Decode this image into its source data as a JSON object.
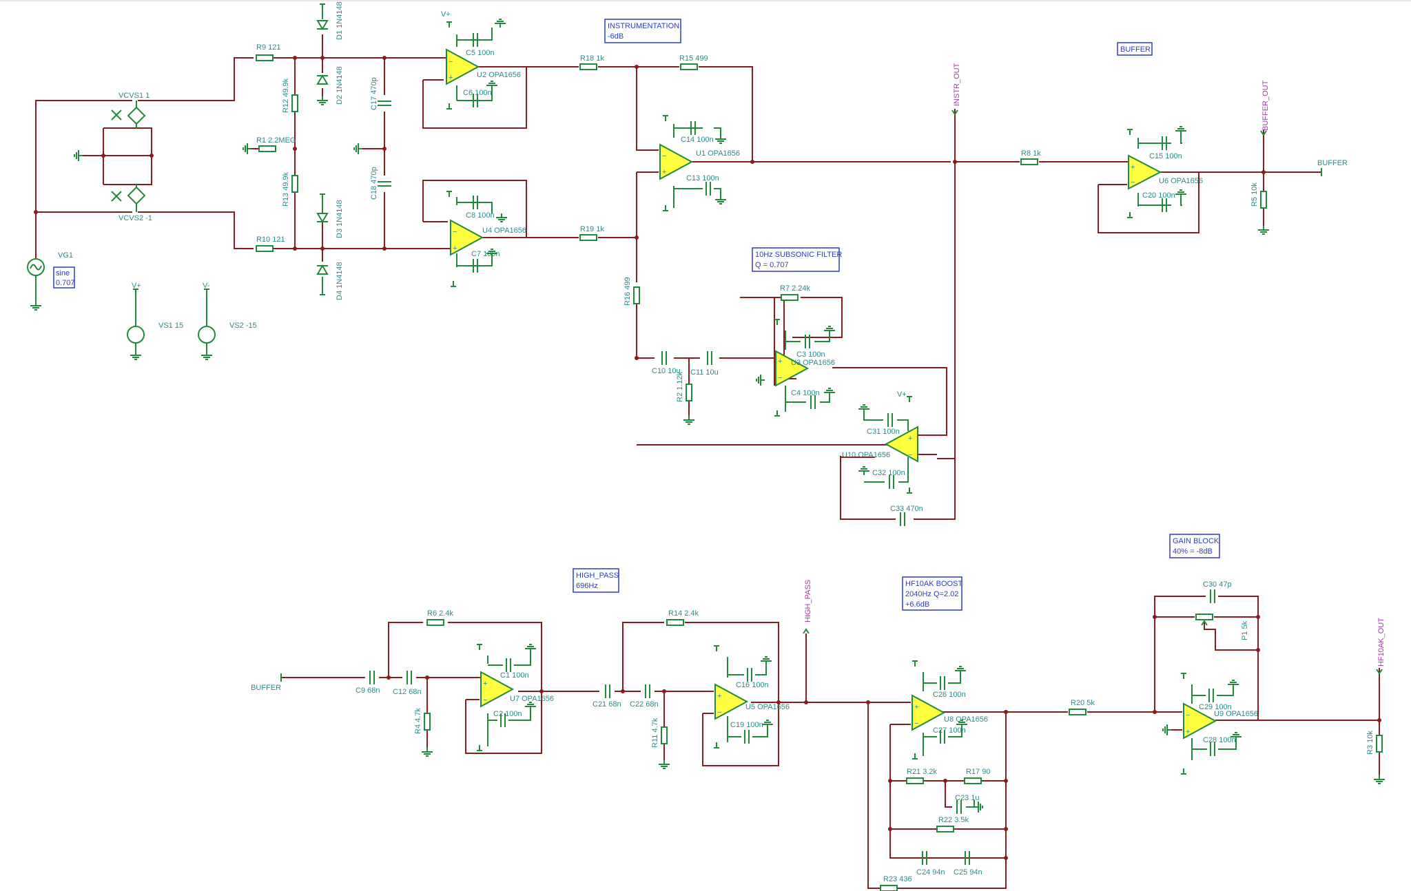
{
  "notes": [
    {
      "id": "instr",
      "lines": [
        "INSTRUMENTATION",
        "-6dB"
      ]
    },
    {
      "id": "buffer",
      "lines": [
        "BUFFER"
      ]
    },
    {
      "id": "subsonic",
      "lines": [
        "10Hz SUBSONIC FILTER",
        "Q = 0.707"
      ]
    },
    {
      "id": "sine",
      "lines": [
        "sine",
        "0.707"
      ]
    },
    {
      "id": "highpass",
      "lines": [
        "HIGH_PASS",
        "696Hz"
      ]
    },
    {
      "id": "hfboost",
      "lines": [
        "HF10AK BOOST",
        "2040Hz Q=2.02",
        "+6.6dB"
      ]
    },
    {
      "id": "gain",
      "lines": [
        "GAIN BLOCK",
        "40% = -8dB"
      ]
    }
  ],
  "opamps": {
    "U2": "U2 OPA1656",
    "U4": "U4 OPA1656",
    "U1": "U1 OPA1656",
    "U6": "U6 OPA1656",
    "U3": "U3 OPA1656",
    "U10": "U10 OPA1656",
    "U7": "U7 OPA1656",
    "U5": "U5 OPA1656",
    "U8": "U8 OPA1656",
    "U9": "U9 OPA1656"
  },
  "resistors": {
    "R9": "R9 121",
    "R12": "R12 49.9k",
    "R1": "R1 2.2MEG",
    "R13": "R13 49.9k",
    "R10": "R10 121",
    "R18": "R18 1k",
    "R15": "R15 499",
    "R19": "R19 1k",
    "R16": "R16 499",
    "R8": "R8 1k",
    "R5": "R5 10k",
    "R7": "R7 2.24k",
    "R2": "R2 1.12k",
    "R6": "R6 2.4k",
    "R4": "R4 4.7k",
    "R14": "R14 2.4k",
    "R11": "R11 4.7k",
    "R20": "R20 5k",
    "R21": "R21 3.2k",
    "R17": "R17 90",
    "R22": "R22 3.5k",
    "R23": "R23 436",
    "R3": "R3 10k",
    "P1": "P1 5k"
  },
  "capacitors": {
    "C5": "C5 100n",
    "C6": "C6 100n",
    "C8": "C8 100n",
    "C7": "C7 100n",
    "C17": "C17 470p",
    "C18": "C18 470p",
    "C14": "C14 100n",
    "C13": "C13 100n",
    "C15": "C15 100n",
    "C20": "C20 100n",
    "C3": "C3 100n",
    "C4": "C4 100n",
    "C10": "C10 10u",
    "C11": "C11 10u",
    "C31": "C31 100n",
    "C32": "C32 100n",
    "C33": "C33 470n",
    "C9": "C9 68n",
    "C12": "C12 68n",
    "C1": "C1 100n",
    "C2": "C2 100n",
    "C21": "C21 68n",
    "C22": "C22 68n",
    "C16": "C16 100n",
    "C19": "C19 100n",
    "C26": "C26 100n",
    "C27": "C27 100n",
    "C23": "C23 1u",
    "C24": "C24 94n",
    "C25": "C25 94n",
    "C30": "C30 47p",
    "C29": "C29 100n",
    "C28": "C28 100n"
  },
  "diodes": {
    "D1": "D1 1N4148",
    "D2": "D2 1N4148",
    "D3": "D3 1N4148",
    "D4": "D4 1N4148"
  },
  "sources": {
    "VCVS1": "VCVS1 1",
    "VCVS2": "VCVS2 -1",
    "VG1": "VG1",
    "VS1": "VS1 15",
    "VS2": "VS2 -15"
  },
  "nets": {
    "instr_out": "INSTR_OUT",
    "buffer_out": "BUFFER_OUT",
    "buffer": "BUFFER",
    "high_pass": "HIGH_PASS",
    "hf10ak_out": "HF10AK_OUT"
  },
  "supply": {
    "plus": "V+",
    "minus": "V-"
  },
  "colors": {
    "wire": "#8b1a1a",
    "component": "#1f8a3a",
    "opamp": "#ffff40",
    "label": "#2a8a8a",
    "net": "#a23ca2",
    "note": "#2a3cc8"
  }
}
